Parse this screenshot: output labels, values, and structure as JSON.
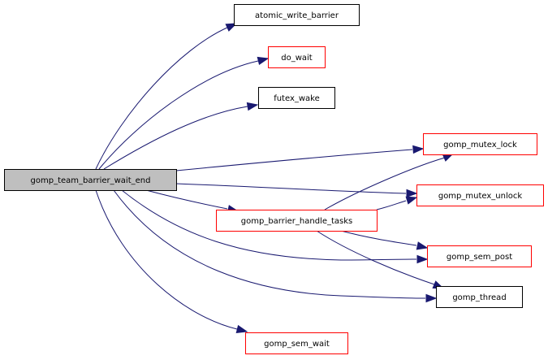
{
  "title": "gomp_team_barrier_wait_end call graph",
  "colors": {
    "edge": "#191970",
    "root_fill": "#bfbfbf",
    "root_border": "#000000",
    "documented_border": "#000000",
    "undocumented_border": "#ff0000",
    "node_fill": "#ffffff"
  },
  "nodes": [
    {
      "id": "root",
      "label": "gomp_team_barrier_wait_end",
      "style": "root"
    },
    {
      "id": "atomic_write_barrier",
      "label": "atomic_write_barrier",
      "style": "black"
    },
    {
      "id": "do_wait",
      "label": "do_wait",
      "style": "red"
    },
    {
      "id": "futex_wake",
      "label": "futex_wake",
      "style": "black"
    },
    {
      "id": "gomp_mutex_lock",
      "label": "gomp_mutex_lock",
      "style": "red"
    },
    {
      "id": "gomp_mutex_unlock",
      "label": "gomp_mutex_unlock",
      "style": "red"
    },
    {
      "id": "gomp_barrier_handle_tasks",
      "label": "gomp_barrier_handle_tasks",
      "style": "red"
    },
    {
      "id": "gomp_sem_post",
      "label": "gomp_sem_post",
      "style": "red"
    },
    {
      "id": "gomp_thread",
      "label": "gomp_thread",
      "style": "black"
    },
    {
      "id": "gomp_sem_wait",
      "label": "gomp_sem_wait",
      "style": "red"
    }
  ],
  "edges": [
    {
      "from": "root",
      "to": "atomic_write_barrier"
    },
    {
      "from": "root",
      "to": "do_wait"
    },
    {
      "from": "root",
      "to": "futex_wake"
    },
    {
      "from": "root",
      "to": "gomp_mutex_lock"
    },
    {
      "from": "root",
      "to": "gomp_mutex_unlock"
    },
    {
      "from": "root",
      "to": "gomp_barrier_handle_tasks"
    },
    {
      "from": "root",
      "to": "gomp_sem_post"
    },
    {
      "from": "root",
      "to": "gomp_thread"
    },
    {
      "from": "root",
      "to": "gomp_sem_wait"
    },
    {
      "from": "gomp_barrier_handle_tasks",
      "to": "gomp_mutex_lock"
    },
    {
      "from": "gomp_barrier_handle_tasks",
      "to": "gomp_mutex_unlock"
    },
    {
      "from": "gomp_barrier_handle_tasks",
      "to": "gomp_sem_post"
    },
    {
      "from": "gomp_barrier_handle_tasks",
      "to": "gomp_thread"
    }
  ]
}
